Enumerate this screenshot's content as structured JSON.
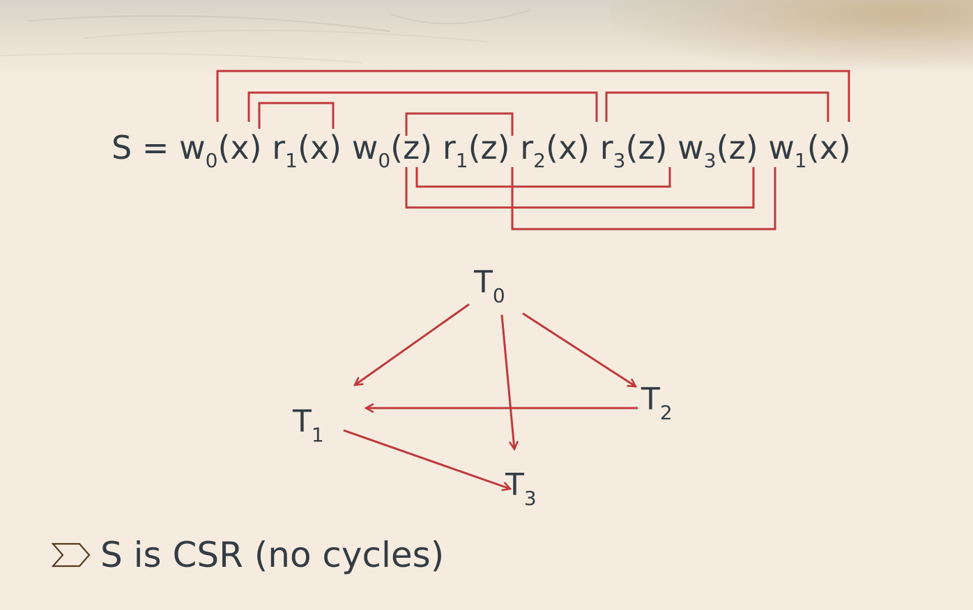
{
  "schedule": {
    "prefix": "S = ",
    "operations": [
      {
        "op": "w",
        "tx": "0",
        "item": "(x)"
      },
      {
        "op": "r",
        "tx": "1",
        "item": "(x)"
      },
      {
        "op": "w",
        "tx": "0",
        "item": "(z)"
      },
      {
        "op": "r",
        "tx": "1",
        "item": "(z)"
      },
      {
        "op": "r",
        "tx": "2",
        "item": "(x)"
      },
      {
        "op": "r",
        "tx": "3",
        "item": "(z)"
      },
      {
        "op": "w",
        "tx": "3",
        "item": "(z)"
      },
      {
        "op": "w",
        "tx": "1",
        "item": "(x)"
      }
    ]
  },
  "graph": {
    "nodes": [
      {
        "id": "T0",
        "base": "T",
        "sub": "0"
      },
      {
        "id": "T1",
        "base": "T",
        "sub": "1"
      },
      {
        "id": "T2",
        "base": "T",
        "sub": "2"
      },
      {
        "id": "T3",
        "base": "T",
        "sub": "3"
      }
    ],
    "edges": [
      {
        "from": "T0",
        "to": "T1"
      },
      {
        "from": "T0",
        "to": "T2"
      },
      {
        "from": "T0",
        "to": "T3"
      },
      {
        "from": "T2",
        "to": "T1"
      },
      {
        "from": "T1",
        "to": "T3"
      }
    ]
  },
  "conclusion": "S is CSR (no cycles)",
  "colors": {
    "edge": "#c0393b",
    "text": "#333c44",
    "background": "#f5ecdf"
  }
}
